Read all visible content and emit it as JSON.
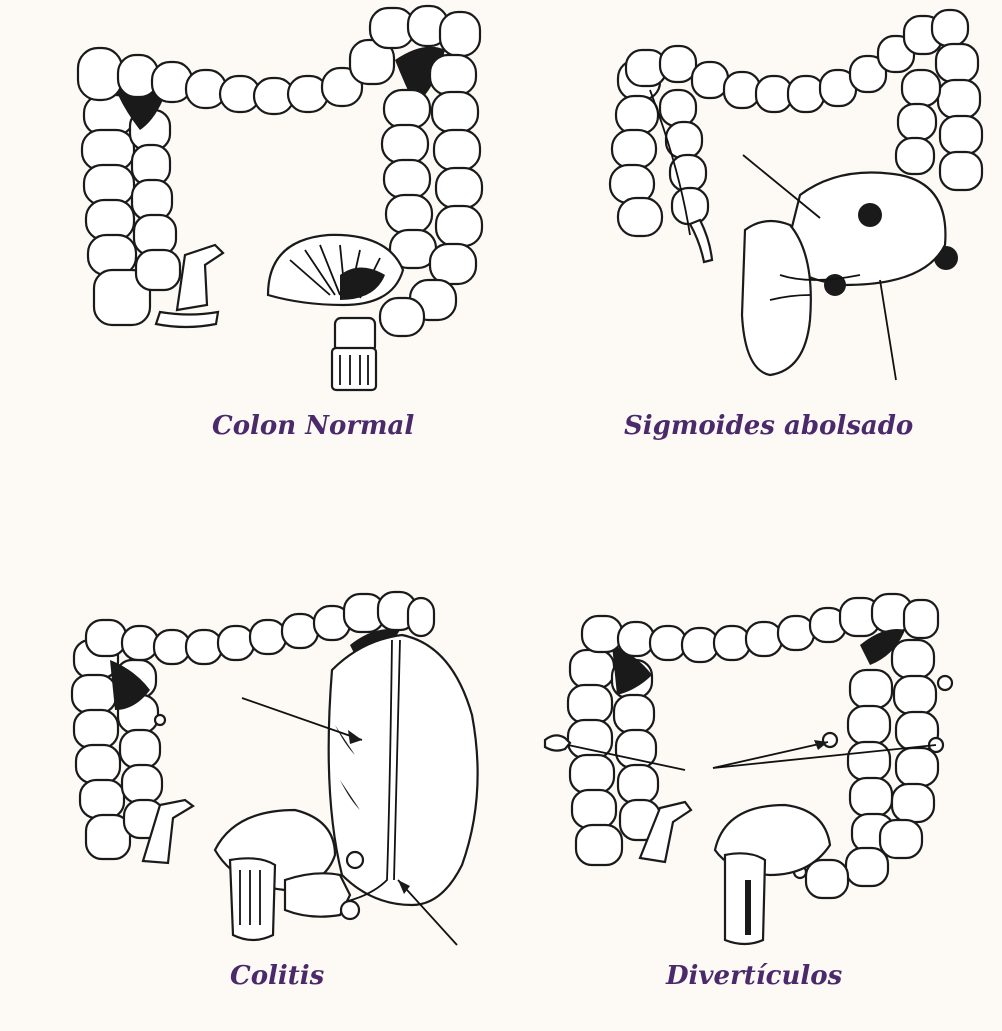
{
  "captions": {
    "normal": "Colon Normal",
    "sigmoid": "Sigmoides abolsado",
    "colitis": "Colitis",
    "diverticula": "Divertículos"
  },
  "colors": {
    "caption": "#4b2a6b",
    "background": "#fdfaf5",
    "ink": "#1a1a1a"
  }
}
